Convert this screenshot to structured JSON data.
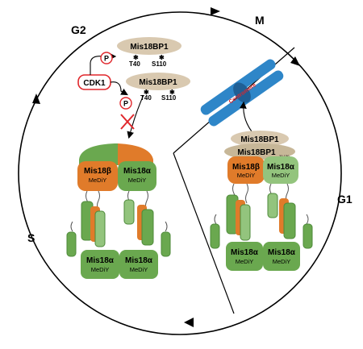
{
  "phases": {
    "m": "M",
    "g2": "G2",
    "s": "S",
    "g1": "G1"
  },
  "kinase": {
    "name": "CDK1",
    "phospho": "P"
  },
  "top_mis18bp1": {
    "name": "Mis18BP1",
    "site1": "T40",
    "site2": "S110"
  },
  "bottom_mis18bp1": {
    "name": "Mis18BP1",
    "site1": "T40",
    "site2": "S110"
  },
  "left_complex": {
    "beta_name": "Mis18β",
    "beta_domain": "MeDiY",
    "alpha_name": "Mis18α",
    "alpha_domain": "MeDiY",
    "bottom_left_name": "Mis18α",
    "bottom_left_domain": "MeDiY",
    "bottom_right_name": "Mis18α",
    "bottom_right_domain": "MeDiY"
  },
  "right_complex": {
    "bp1_top": "Mis18BP1",
    "bp1_mid": "Mis18BP1",
    "bp1_mid_sub": "20-130",
    "beta_name": "Mis18β",
    "beta_domain": "MeDiY",
    "alpha_name": "Mis18α",
    "alpha_domain": "MeDiY",
    "bottom_left_name": "Mis18α",
    "bottom_left_domain": "MeDiY",
    "bottom_right_name": "Mis18α",
    "bottom_right_domain": "MeDiY"
  },
  "centromere": "Centromere",
  "colors": {
    "green": "#6aa84f",
    "green_dark": "#4e8a3a",
    "green_light": "#93c47d",
    "orange": "#e07b2a",
    "tan": "#d9c9b0",
    "blue": "#2e86c8",
    "red": "#e0262b"
  }
}
